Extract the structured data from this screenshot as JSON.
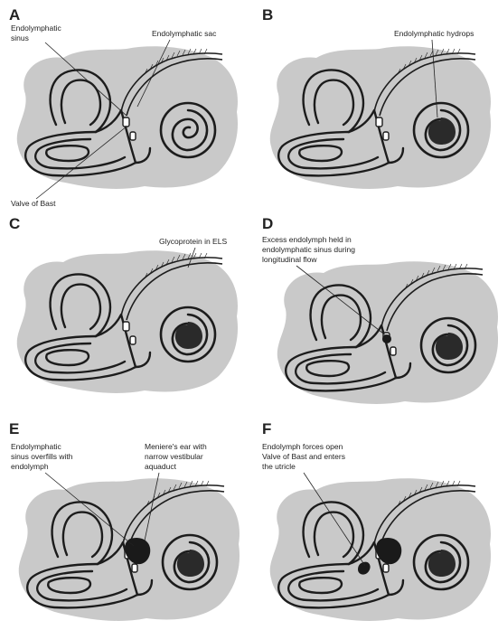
{
  "panels": [
    {
      "id": "A",
      "letter": "A",
      "labels": {
        "sinus": "Endolymphatic sinus",
        "sac": "Endolymphatic sac",
        "valve": "Valve of Bast"
      },
      "sinus_lines": [
        "Endolymphatic",
        "sinus"
      ]
    },
    {
      "id": "B",
      "letter": "B",
      "labels": {
        "hydrops": "Endolymphatic hydrops"
      }
    },
    {
      "id": "C",
      "letter": "C",
      "labels": {
        "glycoprotein": "Glycoprotein in ELS"
      }
    },
    {
      "id": "D",
      "letter": "D",
      "labels": {},
      "excess_lines": [
        "Excess endolymph held in",
        "endolymphatic sinus during",
        "longitudinal flow"
      ]
    },
    {
      "id": "E",
      "letter": "E",
      "labels": {},
      "overfill_lines": [
        "Endolymphatic",
        "sinus overfills with",
        "endolymph"
      ],
      "meniere_lines": [
        "Meniere's ear with",
        "narrow vestibular",
        "aquaduct"
      ]
    },
    {
      "id": "F",
      "letter": "F",
      "labels": {},
      "forces_lines": [
        "Endolymph forces open",
        "Valve of Bast and enters",
        "the utricle"
      ]
    }
  ]
}
